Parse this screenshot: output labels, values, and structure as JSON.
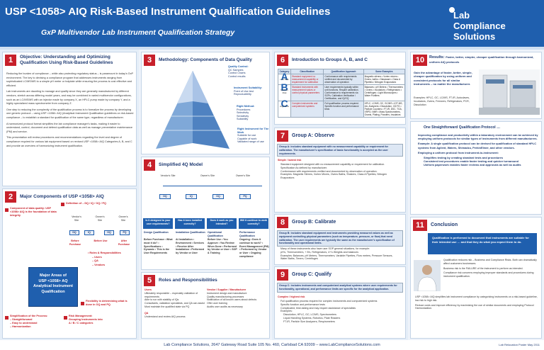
{
  "header": {
    "title": "USP <1058> AIQ Risk-Based Instrument Qualification Guidelines",
    "subtitle": "GxP Multivendor Lab Instrument Qualification Strategy",
    "logo_lines": [
      "Lab",
      "Compliance",
      "Solutions"
    ]
  },
  "s1": {
    "num": "1",
    "title": "Objective: Understanding and Optimizing Qualification Using Risk-Based Guidelines",
    "paras": [
      "Reducing the burden of compliance – while also protecting regulatory status – is paramount in today's GxP environment. The key to devising a compliance program that addresses instruments ranging from sophisticated LC/MS/MS to a simple pH meter or hotplate while ensuring the process is cost effective and efficient.",
      "Lab instruments are daunting to manage and qualify since they are generally manufactured by different vendors, stretch across differing model years, and may be combined in varied multivendor configurations, such as an LC/MS/MS with an injector made by company X, an HPLC pump made by company Y, and a highly specialized mass spectrometer from company Z.",
      "One step to reducing the complexity of the qualification process is to formalize the process by developing one generic protocol – using USP <1058> AIQ (Analytical Instrument Qualification guidelines on risk-based compliance – to establish a standard for qualification of the same type, regardless of manufacturer.",
      "A harmonized protocol format simplifies the lab compliance manager's tasks, making it easier to understand, control, document and defend qualification data as well as manage preventative maintenance (PM) and service.",
      "This presentation will review procedures and recommendations regarding the level and degree of compliance required for various lab equipment based on revised USP <1058> AIQ Categories A, B, and C and provide an overview of harmonizing instrument qualification."
    ]
  },
  "s2": {
    "num": "2",
    "title": "Major Components of USP <1058> AIQ",
    "component_label": "Component of data quality: USP <1058> AIQ is the foundation of data integrity",
    "definition": "Definition of – DQ / IQ / OQ / PQ",
    "parties": [
      "Vendor's Site",
      "Owner's Site",
      "Owner's Site"
    ],
    "stages": [
      "DQ",
      "IQ",
      "OQ",
      "PQ"
    ],
    "phases": [
      "Before Purchase",
      "Before Use",
      "After Purchase"
    ],
    "roles": [
      "• Roles & Responsibilities",
      "– Users",
      "– QA",
      "– Vendors"
    ],
    "major_areas": [
      "Major Areas of",
      "USP <1058> AQ",
      "Analytical Instrument",
      "Qualification"
    ],
    "flexibility": "Flexibility in determining what is done in OQ and PQ",
    "simplification": [
      "Simplification of the Process:",
      "– Straightforward",
      "– Easy to understand",
      "– Harmonization"
    ],
    "risk": [
      "Risk Management:",
      "Grouping Instruments into",
      "A / B / C categories"
    ]
  },
  "s3": {
    "num": "3",
    "title": "Methodology: Components of Data Quality",
    "quality_control": [
      "Quality Control:",
      "QC Samples",
      "Control Charts",
      "Control results"
    ],
    "instrument_suitability": [
      "Instrument Suitability:",
      "Point of Use test",
      "Reproducibility"
    ],
    "right_method": [
      "Right Method:",
      "Procedures",
      "Selectivity",
      "Sensitivity",
      "Suitability"
    ],
    "right_instrument": [
      "Right Instrument for The Work",
      "Suitable for use",
      "Capable of work",
      "Validated range of use"
    ]
  },
  "s4": {
    "num": "4",
    "title": "Simplified 4Q Model",
    "cols": [
      "Vendor's Site",
      "Owner's Site",
      "Owner's Site"
    ],
    "stages": [
      "DQ",
      "IQ",
      "OQ",
      "PQ"
    ],
    "questions": [
      "Is it designed to your user requirements?",
      "Has it been installed correctly?",
      "Does it work as you intended?",
      "Will it continue to work correctly?"
    ],
    "names": [
      "Design Qualification",
      "Installation Qualification",
      "Operational Qualification",
      "Performance Qualification"
    ],
    "details": [
      "Before Purchase • What must it do? • Specifications • Dynamic • This is the User Requirements",
      "At Installation • Environment • Services • Receive After Installation • Performed by Vendor or User",
      "Before Use • You Approve • You Review When Done • Performed by Vendor or User • SOP & Training",
      "Ongoing • Does it continue to work? • Event Management (PM) • Performed by Vendor or User • Ongoing compliance"
    ]
  },
  "s5": {
    "num": "5",
    "title": "Roles and Responsibilities",
    "users_title": "Users",
    "users": [
      "Ultimately responsible – especially validation of requirements",
      "Able to run with stability of IQs",
      "Consultants, validation specialists, and QA can assist",
      "Must maintain the qualified state via PQ"
    ],
    "qa_title": "QA",
    "qa": [
      "Understand and review AIQ process"
    ],
    "vendor_title": "Vendor / Supplier / Manufacturer",
    "vendor": [
      "Instrument design and manufacture",
      "Quality manufacturing processes",
      "Notification of all known users about defects",
      "Offer user training",
      "Audits user audits as necessary"
    ]
  },
  "s6": {
    "num": "6",
    "title": "Introduction to Groups A, B, and C",
    "headers": [
      "Category",
      "Classification",
      "Qualification Approach",
      "Some Examples"
    ],
    "rows": [
      {
        "cat": "A",
        "risk": "Low Risk",
        "cls": "Standard equipment no measurement capability or requirement for calibration",
        "app": "Conformance with requirements verified and documented by observation of operation",
        "ex": "Magnetic stirrers • Vortex mixers • Ovens, baths • Glassware • Class A Pipettes • Nitrogen Evaporators"
      },
      {
        "cat": "B",
        "risk": "Medium Risk",
        "cls": "Standard instruments with measurement values or control physical parameters",
        "app": "User requirements typically within unit functions. Require calibration. Conformance to requirements via SOPs. Calibration Verification / Certification, and IQ/OQ",
        "ex": "Balances • pH Meters • Thermometers • Ovens • Incubators • Refrigerators • Centrifuges • Light Microscopes • Water Purifiers"
      },
      {
        "cat": "C",
        "risk": "High Risk",
        "cls": "Complex instruments and computerized systems",
        "app": "Full qualification process required. Specific function and performance tests",
        "ex": "HPLC, LC/MS, GC, GC/MS • ICP-MS, AA, Analyzers • Dissolution, CD/TG • Particle Counters • FT-IR, DSC, TGA, XRPD, NMR • Mass Spectrometers, Grants, Plating, Powders, Insulators"
      }
    ]
  },
  "s7": {
    "num": "7",
    "title": "Group A: Observe",
    "box": "Group A: includes standard equipment with no measurement capability or requirement for calibration. The manufacturer's specification of basic functionality is accepted as the user requirements.",
    "simple_title": "Simple / lowest risk",
    "items": [
      "Standard equipment designed with no measurement capability or requirement for calibration.",
      "Specification As defined by manufacturer.",
      "Conformance with requirements verified and documented by observation of operation.",
      "Examples: Magnetic Stirrers, Vortex Mixers, Ovens Baths, Shakers, Class A Pipettes, Nitrogen Evaporators"
    ]
  },
  "s8": {
    "num": "8",
    "title": "Group B: Calibrate",
    "box": "Group B: includes standard equipment and instruments providing measured values as well as equipment controlling physical parameters (such as temperature, pressure, or flow) that need calibration. The user requirements are typically the same as the manufacturer's specification of functionality and operational limits.",
    "items": [
      "Many of these instruments also have user SOP general situations, for example:",
      "pH's, Thermometers, + B's, Refrigerators, 4+'s Weights and balances",
      "Examples: Balances, pH Meters, Thermometers, Variable Pipettes, Flow meters, Pressure Sensors, Water Baths, Timers, Centrifuges"
    ]
  },
  "s9": {
    "num": "9",
    "title": "Group C: Qualify",
    "box": "Group C: includes instruments and computerized analytical systems where user requirements for functionality, operational, and performance limits are specific for the analytical application.",
    "complex_title": "Complex / highest risk",
    "items": [
      "Full qualification process required for complex instruments and computerized systems",
      "Specific function and performance tests",
      "Complicated, time-taking and may require assistance of specialists",
      "Examples:",
      "Dissolution, HPLC, GC, LC/MS, Spectrometers",
      "Liquid Handling Systems, Robotics, Plate Readers",
      "FT-IR, Particle Size Analyzers, Respirometers"
    ]
  },
  "s10": {
    "num": "10",
    "title": "Results:",
    "title_rest": "Faster, better, simpler, cheaper qualification through harmonized, uniform AIQ protocols",
    "gain": "Gain the advantage of faster, better, simple, cheaper qualification by using uniform and consistent protocols for all similar instruments – no matter the manufacturer.",
    "examples": "Examples: HPLC, GC, LC/MS, FT-IR, Autoclaves, Incubators, Ovens, Freezers, Refrigerators, PCR, Dissolution"
  },
  "product": {
    "title": "One Straightforward Qualification Protocol …",
    "items": [
      "Improving compliance and productivity within a laboratory environment can be achieved by employing uniform protocols for similar types of instruments from different manufacturers.",
      "Example: A single qualification protocol can be devised for qualification of standard HPLC systems from Agilent, Waters, Shimadzu, PerkinElmer, and other vendors.",
      "Employing a uniform protocol from instrument-to-instrument:"
    ],
    "sub": [
      "Simplifies testing by creating standard tests and procedures",
      "Consistent test procedures enable faster testing and quicker turnaround",
      "Uniform paperwork enables faster reviews and approvals as well as audits"
    ]
  },
  "s11": {
    "num": "11",
    "title": "Conclusion",
    "highlight": "Qualification is performed to document that instruments are suitable for their intended use … and that they do what you expect them to do.",
    "items": [
      "Qualification reduces risk – Business and Compliance Risks. Both can dramatically affect customers businesses.",
      "Business risk is the FAILURE of the instrument to perform as intended.",
      "Compliance risk concerns employing improper standards and procedures during instrument qualification.",
      "USP <1058> AIQ simplifies lab instrument compliance by categorizing instruments on a risk-based guideline, low risk to high risk.",
      "Reduce costs and improve efficiency by maximizing the use of similar documents and employing Protocol Harmonization."
    ]
  },
  "footer": {
    "text": "Lab Compliance Solutions, 2647 Gateway Road Suite 105 No. 460, Carlsbad CA 92009 – www.LabComplianceSolutions.com",
    "edition": "Lab Relocation Poster May 2011"
  }
}
